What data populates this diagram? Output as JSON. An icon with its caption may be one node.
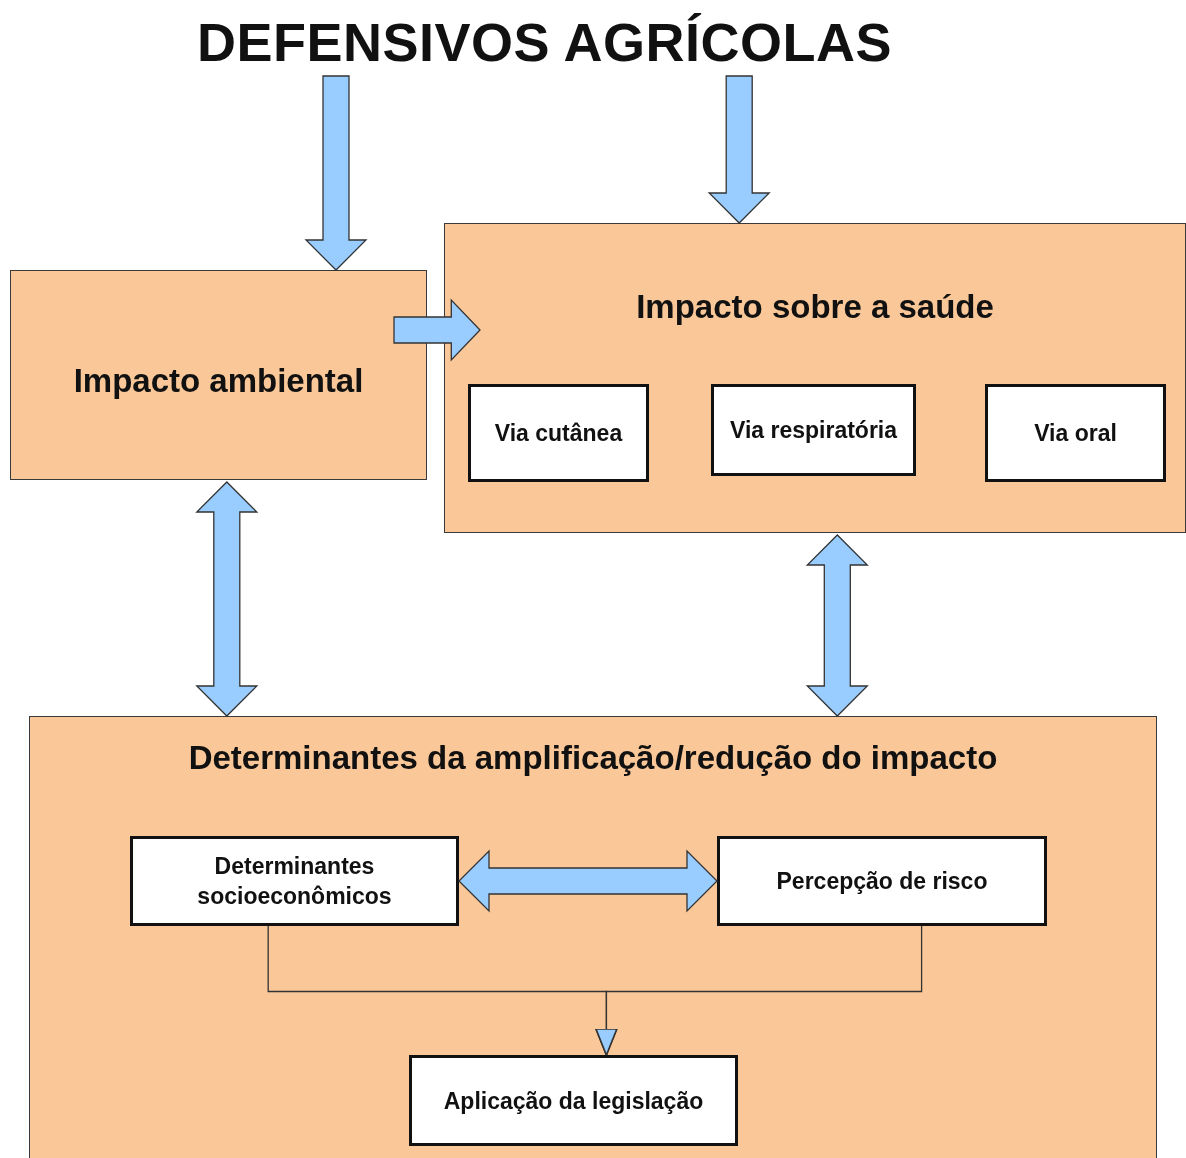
{
  "diagram": {
    "nodes": [
      {
        "text": [
          "DEFENSIVOS AGRÍCOLAS"
        ]
      },
      {
        "text": [
          "Impacto ambiental"
        ]
      },
      {
        "text": [
          "Impacto sobre a saúde"
        ]
      },
      {
        "text": [
          "Via cutânea"
        ],
        "in": 2
      },
      {
        "text": [
          "Via respiratória"
        ],
        "in": 2
      },
      {
        "text": [
          "Via oral"
        ],
        "in": 2
      },
      {
        "text": [
          "Determinantes da amplificação/redução do impacto"
        ]
      },
      {
        "text": [
          "Determinantes socioeconômicos"
        ],
        "in": 6
      },
      {
        "text": [
          "Percepção de risco"
        ],
        "in": 6
      },
      {
        "text": [
          "Aplicação da legislação"
        ],
        "in": 6
      }
    ],
    "edges": [
      {
        "from": 0,
        "to": 1,
        "arrow": "to"
      },
      {
        "from": 0,
        "to": 2,
        "arrow": "to"
      },
      {
        "from": 1,
        "to": 2,
        "arrow": "to"
      },
      {
        "from": 1,
        "to": 6,
        "arrow": "both"
      },
      {
        "from": 2,
        "to": 6,
        "arrow": "both"
      },
      {
        "from": 7,
        "to": 8,
        "arrow": "both"
      },
      {
        "from": 7,
        "to": 9,
        "arrow": "to"
      },
      {
        "from": 8,
        "to": 9,
        "arrow": "to"
      }
    ]
  }
}
